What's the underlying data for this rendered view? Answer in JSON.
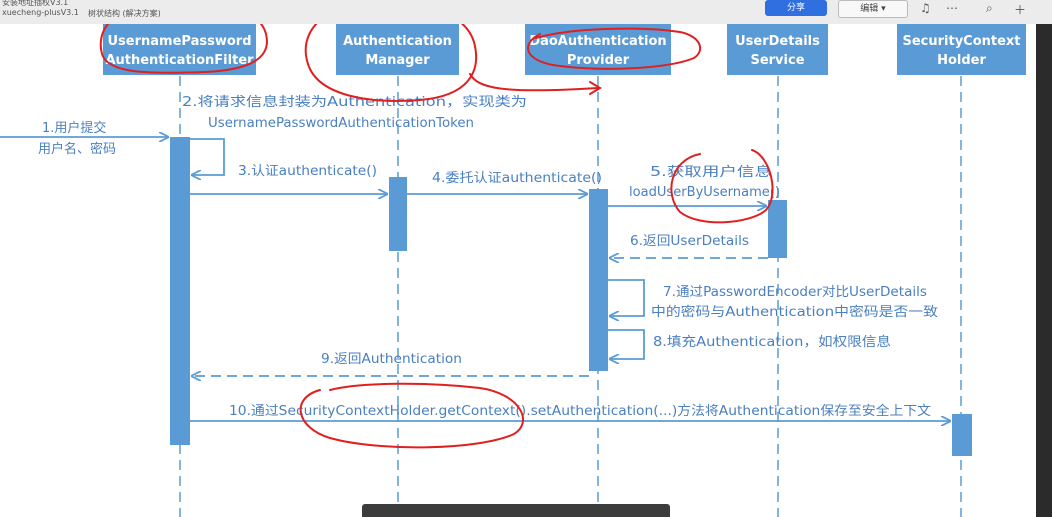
{
  "toolbar": {
    "left_line1": "安装地址插权V3.1",
    "left_line2": "xuecheng-plusV3.1",
    "left_line3": "树状结构 (解决方案)",
    "share_label": "分享",
    "edit_label": "编辑",
    "bell_icon": "bell-icon",
    "more_icon": "more-icon",
    "search_icon": "search-icon",
    "add_icon": "plus-icon"
  },
  "diagram": {
    "participants": [
      {
        "line1": "UsernamePassword",
        "line2": "AuthenticationFilter"
      },
      {
        "line1": "Authentication",
        "line2": "Manager"
      },
      {
        "line1": "DaoAuthentication",
        "line2": "Provider"
      },
      {
        "line1": "UserDetails",
        "line2": "Service"
      },
      {
        "line1": "SecurityContext",
        "line2": "Holder"
      }
    ],
    "steps": {
      "s1_line1": "1.用户提交",
      "s1_line2": "用户名、密码",
      "s2_line1": "2.将请求信息封装为Authentication，实现类为",
      "s2_line2": "UsernamePasswordAuthenticationToken",
      "s3": "3.认证authenticate()",
      "s4": "4.委托认证authenticate()",
      "s5_line1": "5.获取用户信息",
      "s5_line2": "loadUserByUsername()",
      "s6": "6.返回UserDetails",
      "s7_line1": "7.通过PasswordEncoder对比UserDetails",
      "s7_line2": "中的密码与Authentication中密码是否一致",
      "s8": "8.填充Authentication，如权限信息",
      "s9": "9.返回Authentication",
      "s10": "10.通过SecurityContextHolder.getContext().setAuthentication(...)方法将Authentication保存至安全上下文"
    }
  },
  "colors": {
    "box_fill": "#5b9bd5",
    "line": "#5b9bd5",
    "label_text": "#4a7fc0",
    "annotation": "#e02020"
  }
}
